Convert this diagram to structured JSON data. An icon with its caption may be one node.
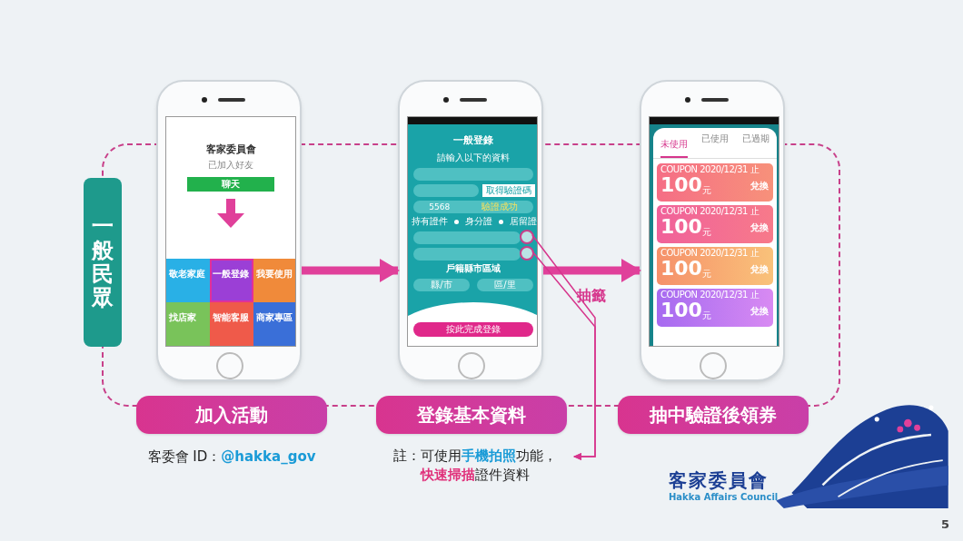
{
  "diagram": {
    "nodes": [
      {
        "text": [
          "一般民眾"
        ]
      },
      {
        "text": [
          "客家委員會",
          "已加入好友",
          "聊天",
          "敬老家庭",
          "一般登錄",
          "我要使用",
          "找店家",
          "智能客服",
          "商家專區"
        ]
      },
      {
        "text": [
          "一般登錄",
          "請輸入以下的資料",
          "取得驗證碼",
          "5568",
          "驗證成功",
          "持有證件",
          "身分證",
          "居留證",
          "戶籍縣市區域",
          "縣/市",
          "區/里",
          "按此完成登錄"
        ]
      },
      {
        "text": [
          "未使用",
          "已使用",
          "已過期",
          "COUPON  2020/12/31 止",
          "100",
          "元",
          "兌換",
          "COUPON  2020/12/31 止",
          "100",
          "元",
          "兌換",
          "COUPON  2020/12/31 止",
          "100",
          "元",
          "兌換",
          "COUPON  2020/12/31 止",
          "100",
          "元",
          "兌換"
        ]
      },
      {
        "text": [
          "加入活動"
        ]
      },
      {
        "text": [
          "登錄基本資料"
        ]
      },
      {
        "text": [
          "抽中驗證後領券"
        ]
      },
      {
        "text": [
          "註：可使用**手機拍照**功能，**快速掃描**證件資料"
        ]
      },
      {
        "text": [],
        "shape": "circle",
        "in": 2
      },
      {
        "text": [],
        "shape": "circle",
        "in": 2
      }
    ],
    "edges": [
      {
        "from": 1,
        "to": 2,
        "arrow": "to",
        "style": "thick"
      },
      {
        "from": 2,
        "to": 3,
        "arrow": "to",
        "style": "thick",
        "label": "抽籤"
      },
      {
        "from": 8,
        "to": 7,
        "arrow": "to"
      },
      {
        "from": 9,
        "to": 7,
        "arrow": "to"
      }
    ],
    "labels": [
      "客委會 ID：**@hakka_gov**",
      "客家委員會",
      "Hakka Affairs Council",
      "5"
    ]
  }
}
